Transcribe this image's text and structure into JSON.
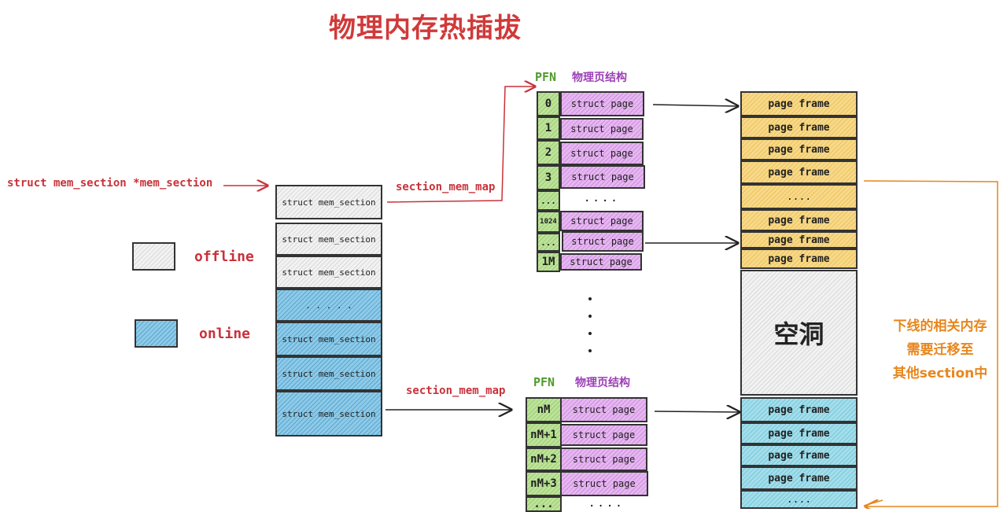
{
  "title": "物理内存热插拔",
  "mem_section_pointer_label": "struct mem_section *mem_section",
  "legend": {
    "offline": "offline",
    "online": "online"
  },
  "mem_sections": [
    "struct mem_section",
    "struct mem_section",
    "struct mem_section",
    ". . . . .",
    "struct mem_section",
    "struct mem_section",
    "struct mem_section"
  ],
  "section_mem_map_label": "section_mem_map",
  "pfn_header": "PFN",
  "page_struct_header": "物理页结构",
  "top_group": {
    "pfns": [
      "0",
      "1",
      "2",
      "3",
      "...",
      "1024",
      "...",
      "1M"
    ],
    "struct_pages": [
      "struct page",
      "struct page",
      "struct page",
      "struct page",
      "....",
      "struct page",
      "struct page",
      "struct page"
    ]
  },
  "bottom_group": {
    "pfns": [
      "nM",
      "nM+1",
      "nM+2",
      "nM+3",
      "..."
    ],
    "struct_pages": [
      "struct page",
      "struct page",
      "struct page",
      "struct page",
      "...."
    ]
  },
  "page_frames_top": [
    "page frame",
    "page frame",
    "page frame",
    "page frame",
    "....",
    "page frame",
    "page frame",
    "page frame"
  ],
  "hole_label": "空洞",
  "page_frames_bottom": [
    "page frame",
    "page frame",
    "page frame",
    "page frame",
    "...."
  ],
  "migration_note": [
    "下线的相关内存",
    "需要迁移至",
    "其他section中"
  ],
  "colors": {
    "title": "#d03a3a",
    "offline": "#e6e6e6",
    "online": "#6fb6dc",
    "pfn": "#a6d47c",
    "struct_page": "#d99be8",
    "page_frame_offline": "#f1ca6c",
    "page_frame_online": "#8fd3e4",
    "note": "#e7861c"
  }
}
